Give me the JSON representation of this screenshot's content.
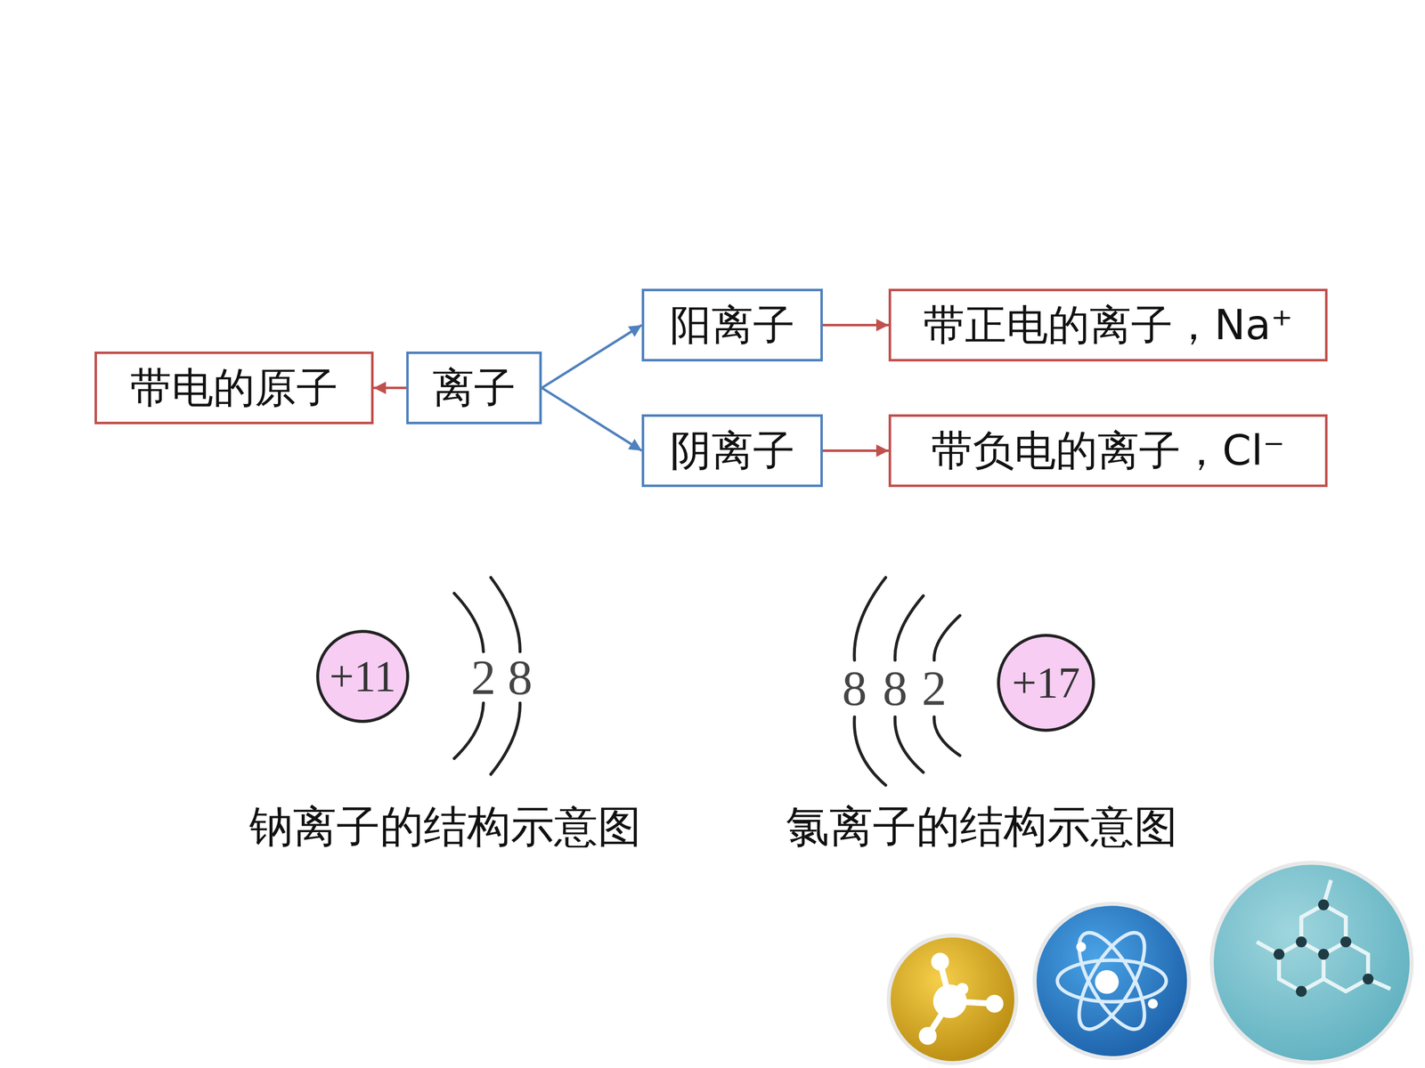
{
  "diagram": {
    "nodes": [
      {
        "text": [
          "带电的原子"
        ]
      },
      {
        "text": [
          "离子"
        ]
      },
      {
        "text": [
          "阳离子"
        ]
      },
      {
        "text": [
          "带正电的离子，Na⁺"
        ]
      },
      {
        "text": [
          "阴离子"
        ]
      },
      {
        "text": [
          "带负电的离子，Cl⁻"
        ]
      },
      {
        "text": [
          "+11"
        ]
      },
      {
        "text": [
          "+17"
        ]
      }
    ],
    "edges": [
      {
        "from": 1,
        "to": 0,
        "arrow": "to"
      },
      {
        "from": 1,
        "to": 2,
        "arrow": "to"
      },
      {
        "from": 1,
        "to": 4,
        "arrow": "to"
      },
      {
        "from": 2,
        "to": 3,
        "arrow": "to"
      },
      {
        "from": 4,
        "to": 5,
        "arrow": "to"
      }
    ],
    "labels": [
      "2",
      "8",
      "8",
      "8",
      "2",
      "钠离子的结构示意图",
      "氯离子的结构示意图"
    ]
  }
}
